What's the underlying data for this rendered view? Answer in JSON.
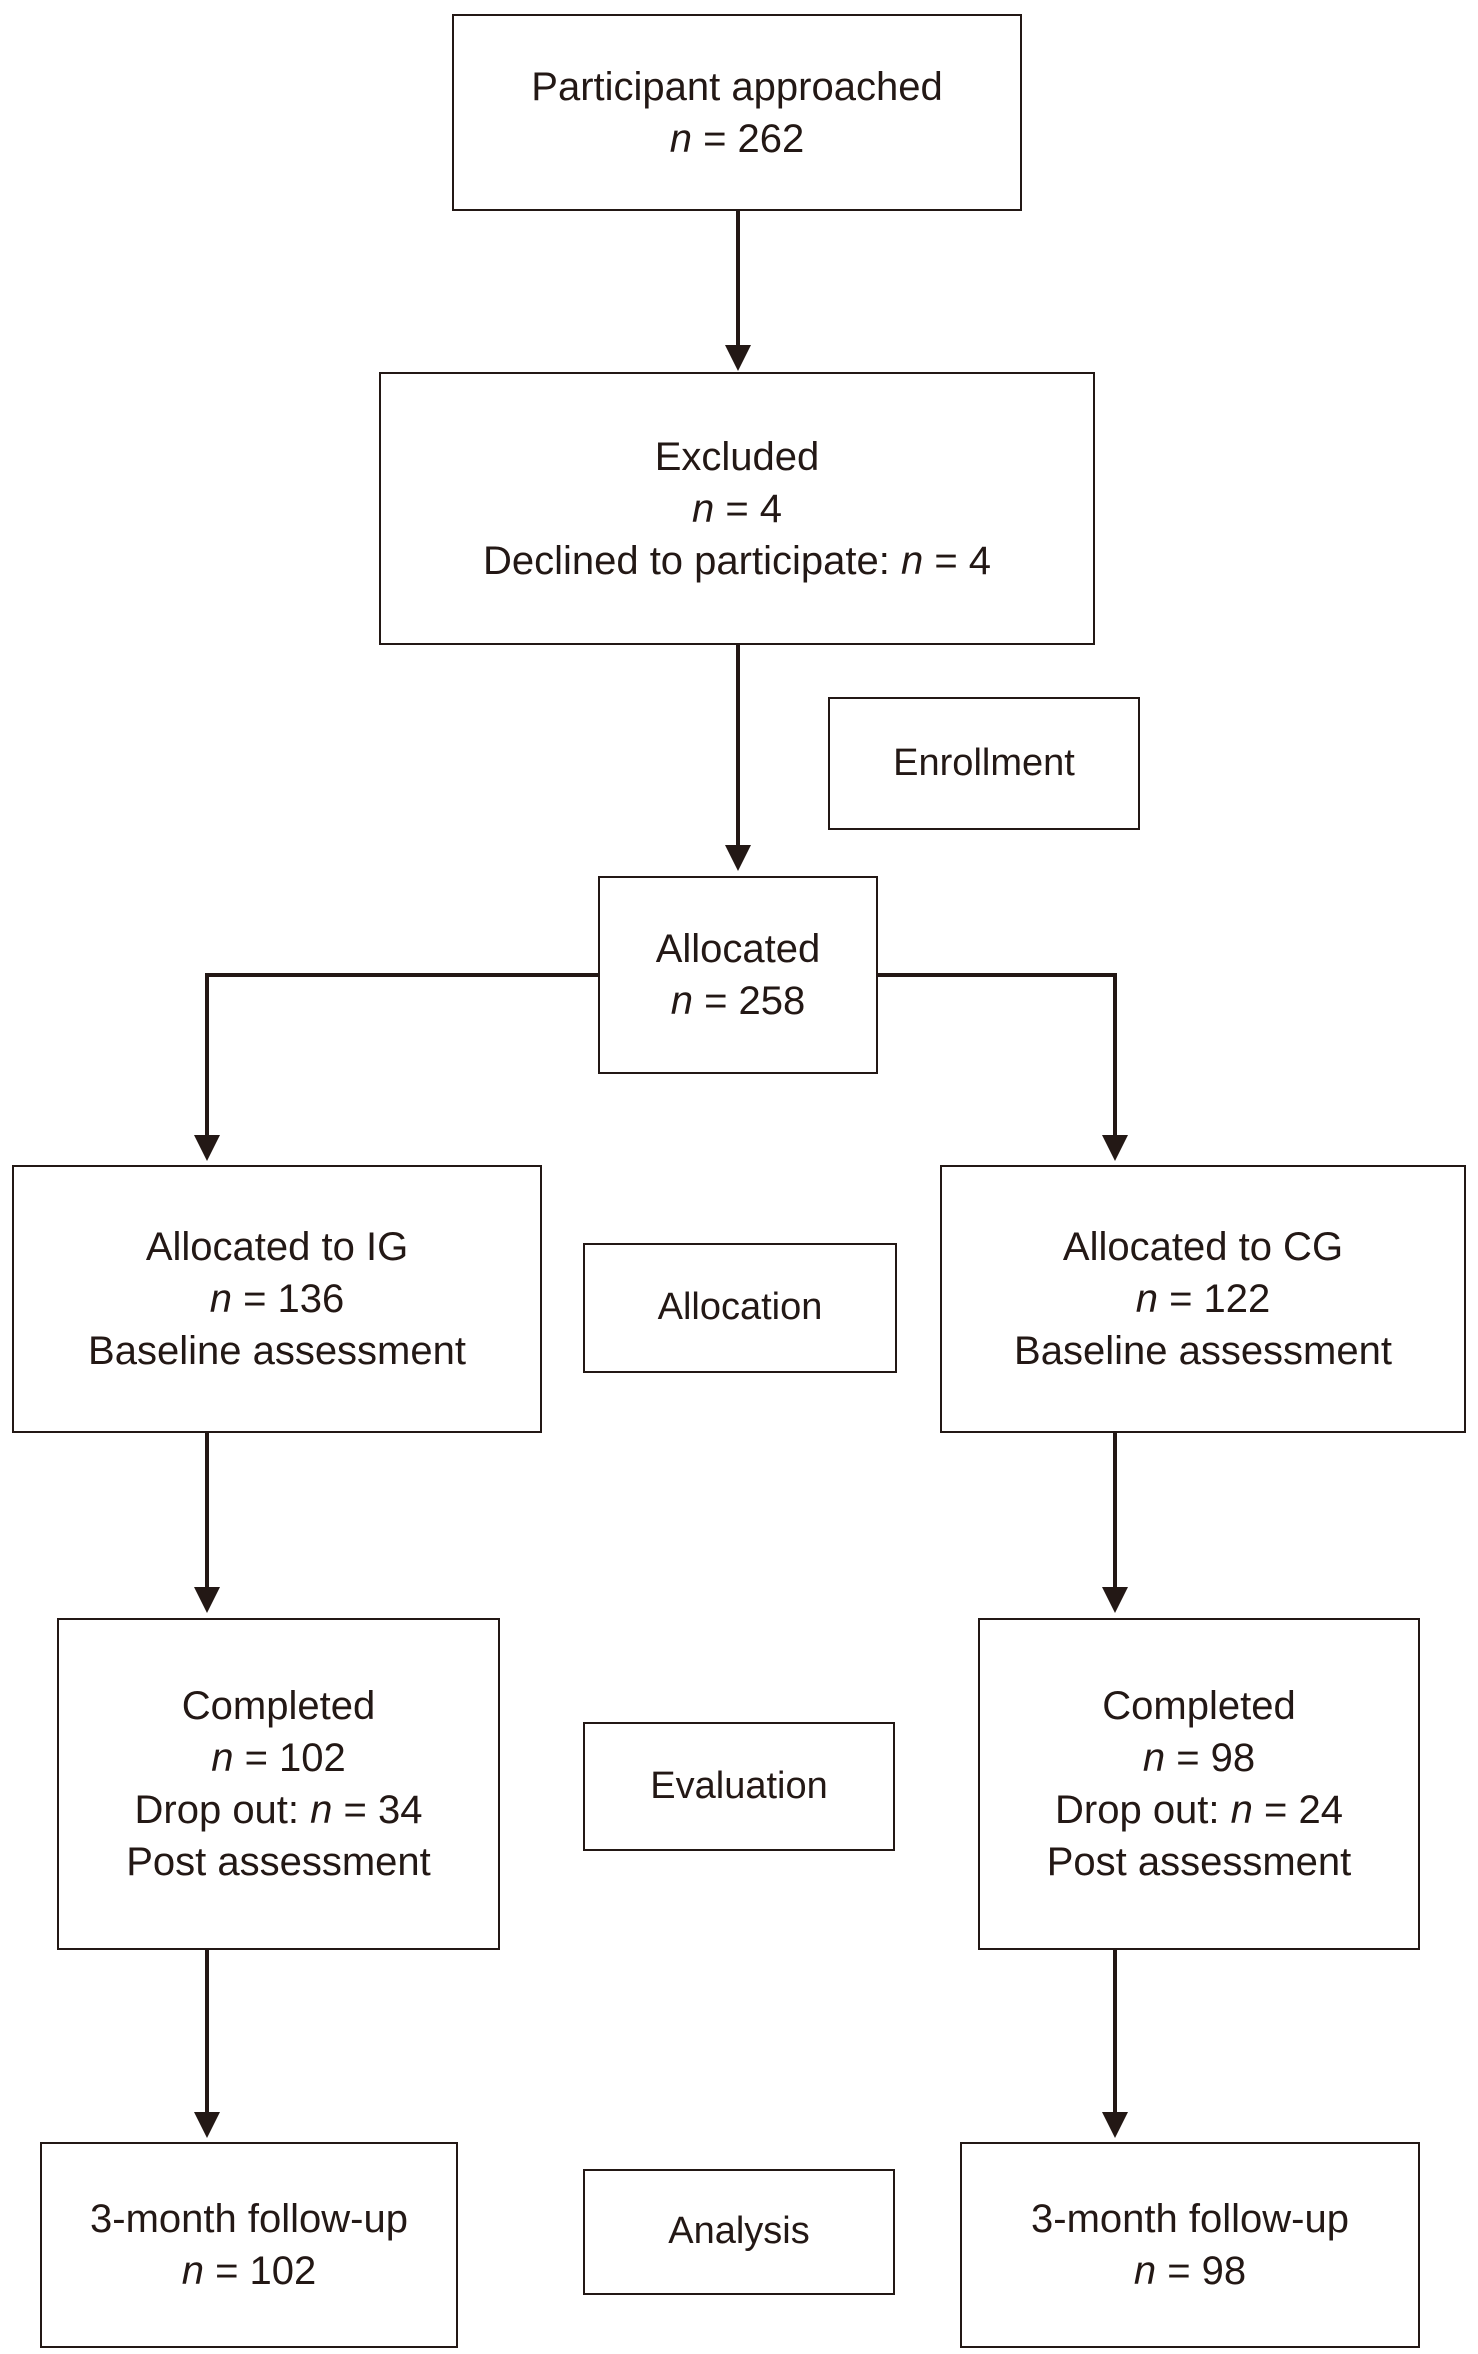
{
  "diagram": {
    "title": "CONSORT participant flow diagram",
    "ink_color": "#231815",
    "background_color": "#ffffff"
  },
  "nodes": {
    "approached": {
      "line1": "Participant approached",
      "line2_prefix": "",
      "n_symbol": "n",
      "n_equals": " = ",
      "n_value": "262"
    },
    "excluded": {
      "line1": "Excluded",
      "n_symbol": "n",
      "n_equals": " = ",
      "n_value": "4",
      "line3_prefix": "Declined to participate: ",
      "line3_n_symbol": "n",
      "line3_equals": " = ",
      "line3_value": "4"
    },
    "allocated": {
      "line1": "Allocated",
      "n_symbol": "n",
      "n_equals": " = ",
      "n_value": "258"
    },
    "allocated_ig": {
      "line1": "Allocated to IG",
      "n_symbol": "n",
      "n_equals": " = ",
      "n_value": "136",
      "line3": "Baseline assessment"
    },
    "allocated_cg": {
      "line1": "Allocated to CG",
      "n_symbol": "n",
      "n_equals": " = ",
      "n_value": "122",
      "line3": "Baseline assessment"
    },
    "completed_ig": {
      "line1": "Completed",
      "n_symbol": "n",
      "n_equals": " = ",
      "n_value": "102",
      "line3_prefix": "Drop out: ",
      "line3_n_symbol": "n",
      "line3_equals": " = ",
      "line3_value": "34",
      "line4": "Post assessment"
    },
    "completed_cg": {
      "line1": "Completed",
      "n_symbol": "n",
      "n_equals": " = ",
      "n_value": "98",
      "line3_prefix": "Drop out: ",
      "line3_n_symbol": "n",
      "line3_equals": " = ",
      "line3_value": "24",
      "line4": "Post assessment"
    },
    "followup_ig": {
      "line1": "3-month follow-up",
      "n_symbol": "n",
      "n_equals": " = ",
      "n_value": "102"
    },
    "followup_cg": {
      "line1": "3-month follow-up",
      "n_symbol": "n",
      "n_equals": " = ",
      "n_value": "98"
    }
  },
  "stages": {
    "enrollment": "Enrollment",
    "allocation": "Allocation",
    "evaluation": "Evaluation",
    "analysis": "Analysis"
  },
  "chart_data": {
    "type": "diagram",
    "title": "CONSORT participant flow",
    "stages": [
      "Enrollment",
      "Allocation",
      "Evaluation",
      "Analysis"
    ],
    "flow": [
      {
        "id": "approached",
        "label": "Participant approached",
        "n": 262
      },
      {
        "id": "excluded",
        "label": "Excluded",
        "n": 4,
        "reasons": [
          {
            "label": "Declined to participate",
            "n": 4
          }
        ]
      },
      {
        "id": "allocated",
        "label": "Allocated",
        "n": 258
      },
      {
        "id": "allocated_ig",
        "label": "Allocated to IG",
        "n": 136,
        "note": "Baseline assessment",
        "arm": "IG"
      },
      {
        "id": "allocated_cg",
        "label": "Allocated to CG",
        "n": 122,
        "note": "Baseline assessment",
        "arm": "CG"
      },
      {
        "id": "completed_ig",
        "label": "Completed",
        "n": 102,
        "dropout": 34,
        "note": "Post assessment",
        "arm": "IG"
      },
      {
        "id": "completed_cg",
        "label": "Completed",
        "n": 98,
        "dropout": 24,
        "note": "Post assessment",
        "arm": "CG"
      },
      {
        "id": "followup_ig",
        "label": "3-month follow-up",
        "n": 102,
        "arm": "IG"
      },
      {
        "id": "followup_cg",
        "label": "3-month follow-up",
        "n": 98,
        "arm": "CG"
      }
    ],
    "edges": [
      [
        "approached",
        "excluded"
      ],
      [
        "excluded",
        "allocated"
      ],
      [
        "allocated",
        "allocated_ig"
      ],
      [
        "allocated",
        "allocated_cg"
      ],
      [
        "allocated_ig",
        "completed_ig"
      ],
      [
        "allocated_cg",
        "completed_cg"
      ],
      [
        "completed_ig",
        "followup_ig"
      ],
      [
        "completed_cg",
        "followup_cg"
      ]
    ]
  }
}
